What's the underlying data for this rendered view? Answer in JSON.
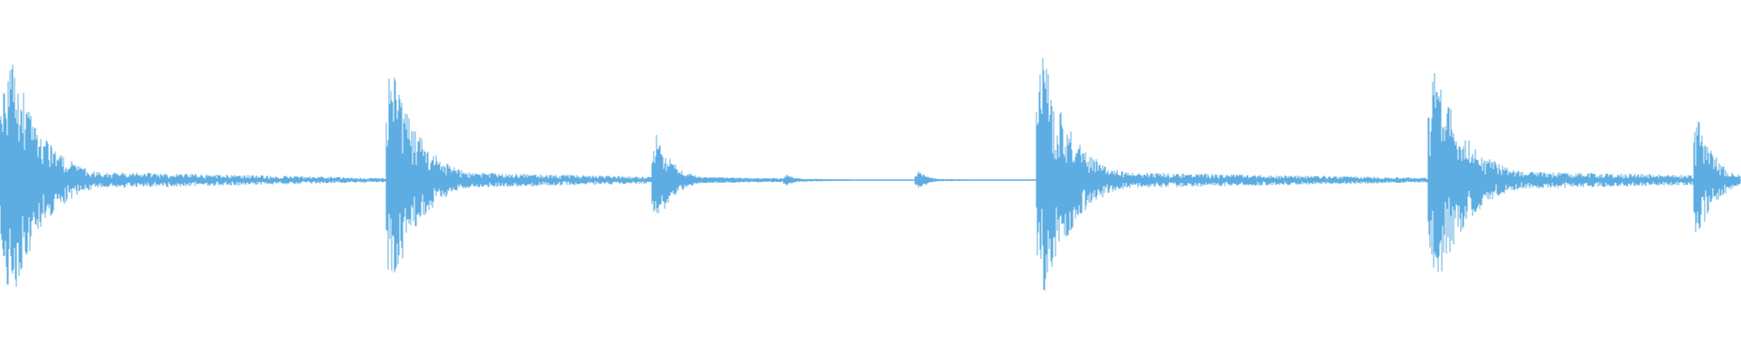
{
  "waveform": {
    "color": "#5dade2",
    "background": "#ffffff",
    "duration": 1,
    "sample_count": 1920,
    "baseline_amplitude": 0.004,
    "events": [
      {
        "start": 0.0,
        "peak": 0.86,
        "attack": 0.0055,
        "decay": 0.018,
        "tail_level": 0.065,
        "tail_length": 0.13,
        "density": 0.9
      },
      {
        "start": 0.2215,
        "peak": 0.8,
        "attack": 0.003,
        "decay": 0.016,
        "tail_level": 0.06,
        "tail_length": 0.11,
        "density": 0.9
      },
      {
        "start": 0.374,
        "peak": 0.32,
        "attack": 0.003,
        "decay": 0.01,
        "tail_level": 0.03,
        "tail_length": 0.06,
        "density": 0.55
      },
      {
        "start": 0.45,
        "peak": 0.05,
        "attack": 0.002,
        "decay": 0.005,
        "tail_level": 0.01,
        "tail_length": 0.01,
        "density": 0.35
      },
      {
        "start": 0.5255,
        "peak": 0.07,
        "attack": 0.002,
        "decay": 0.006,
        "tail_level": 0.012,
        "tail_length": 0.015,
        "density": 0.4
      },
      {
        "start": 0.595,
        "peak": 0.83,
        "attack": 0.004,
        "decay": 0.017,
        "tail_level": 0.06,
        "tail_length": 0.16,
        "density": 0.9
      },
      {
        "start": 0.82,
        "peak": 0.74,
        "attack": 0.004,
        "decay": 0.019,
        "tail_level": 0.065,
        "tail_length": 0.155,
        "density": 0.9
      },
      {
        "start": 0.9725,
        "peak": 0.45,
        "attack": 0.002,
        "decay": 0.01,
        "tail_level": 0.045,
        "tail_length": 0.03,
        "density": 0.9
      }
    ]
  }
}
